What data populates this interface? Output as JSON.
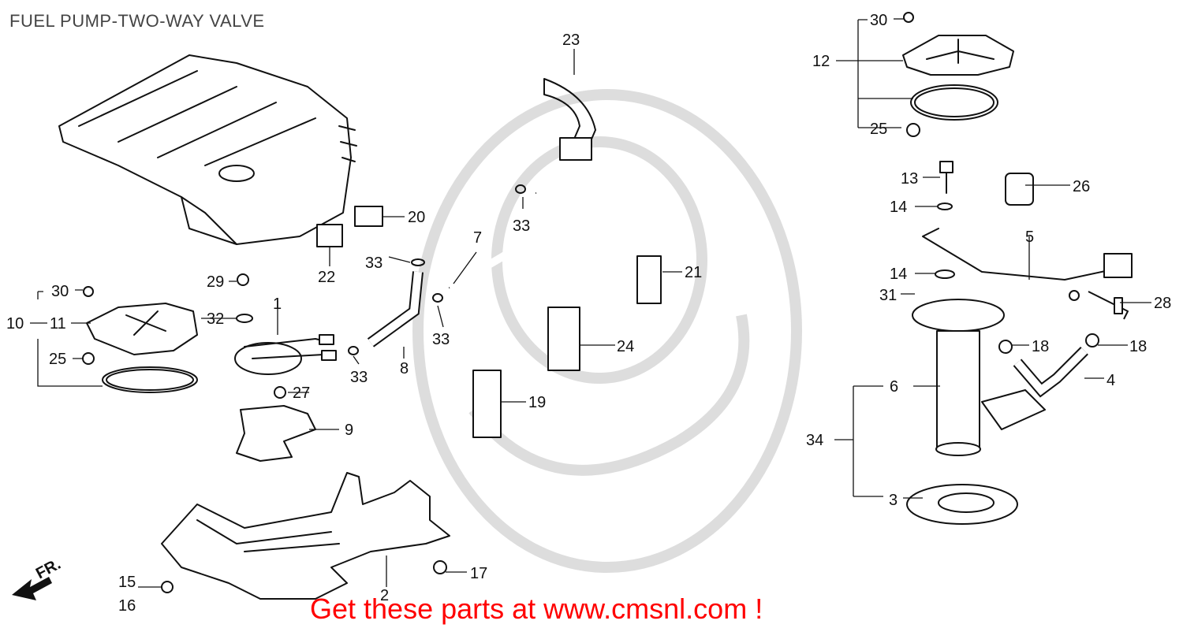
{
  "title": "FUEL PUMP-TWO-WAY VALVE",
  "promo": "Get these parts at www.cmsnl.com !",
  "front_marker": "FR.",
  "callouts": [
    {
      "id": "c1",
      "text": "1"
    },
    {
      "id": "c2",
      "text": "2"
    },
    {
      "id": "c3",
      "text": "3"
    },
    {
      "id": "c4",
      "text": "4"
    },
    {
      "id": "c5",
      "text": "5"
    },
    {
      "id": "c6",
      "text": "6"
    },
    {
      "id": "c7",
      "text": "7"
    },
    {
      "id": "c8",
      "text": "8"
    },
    {
      "id": "c9",
      "text": "9"
    },
    {
      "id": "c10",
      "text": "10"
    },
    {
      "id": "c11",
      "text": "11"
    },
    {
      "id": "c12",
      "text": "12"
    },
    {
      "id": "c13",
      "text": "13"
    },
    {
      "id": "c14a",
      "text": "14"
    },
    {
      "id": "c14b",
      "text": "14"
    },
    {
      "id": "c15",
      "text": "15"
    },
    {
      "id": "c16",
      "text": "16"
    },
    {
      "id": "c17",
      "text": "17"
    },
    {
      "id": "c18a",
      "text": "18"
    },
    {
      "id": "c18b",
      "text": "18"
    },
    {
      "id": "c19",
      "text": "19"
    },
    {
      "id": "c20",
      "text": "20"
    },
    {
      "id": "c21",
      "text": "21"
    },
    {
      "id": "c22",
      "text": "22"
    },
    {
      "id": "c23",
      "text": "23"
    },
    {
      "id": "c24",
      "text": "24"
    },
    {
      "id": "c25a",
      "text": "25"
    },
    {
      "id": "c25b",
      "text": "25"
    },
    {
      "id": "c26",
      "text": "26"
    },
    {
      "id": "c27",
      "text": "27"
    },
    {
      "id": "c28",
      "text": "28"
    },
    {
      "id": "c29",
      "text": "29"
    },
    {
      "id": "c30a",
      "text": "30"
    },
    {
      "id": "c30b",
      "text": "30"
    },
    {
      "id": "c31",
      "text": "31"
    },
    {
      "id": "c32",
      "text": "32"
    },
    {
      "id": "c33a",
      "text": "33"
    },
    {
      "id": "c33b",
      "text": "33"
    },
    {
      "id": "c33c",
      "text": "33"
    },
    {
      "id": "c33d",
      "text": "33"
    },
    {
      "id": "c34",
      "text": "34"
    }
  ]
}
